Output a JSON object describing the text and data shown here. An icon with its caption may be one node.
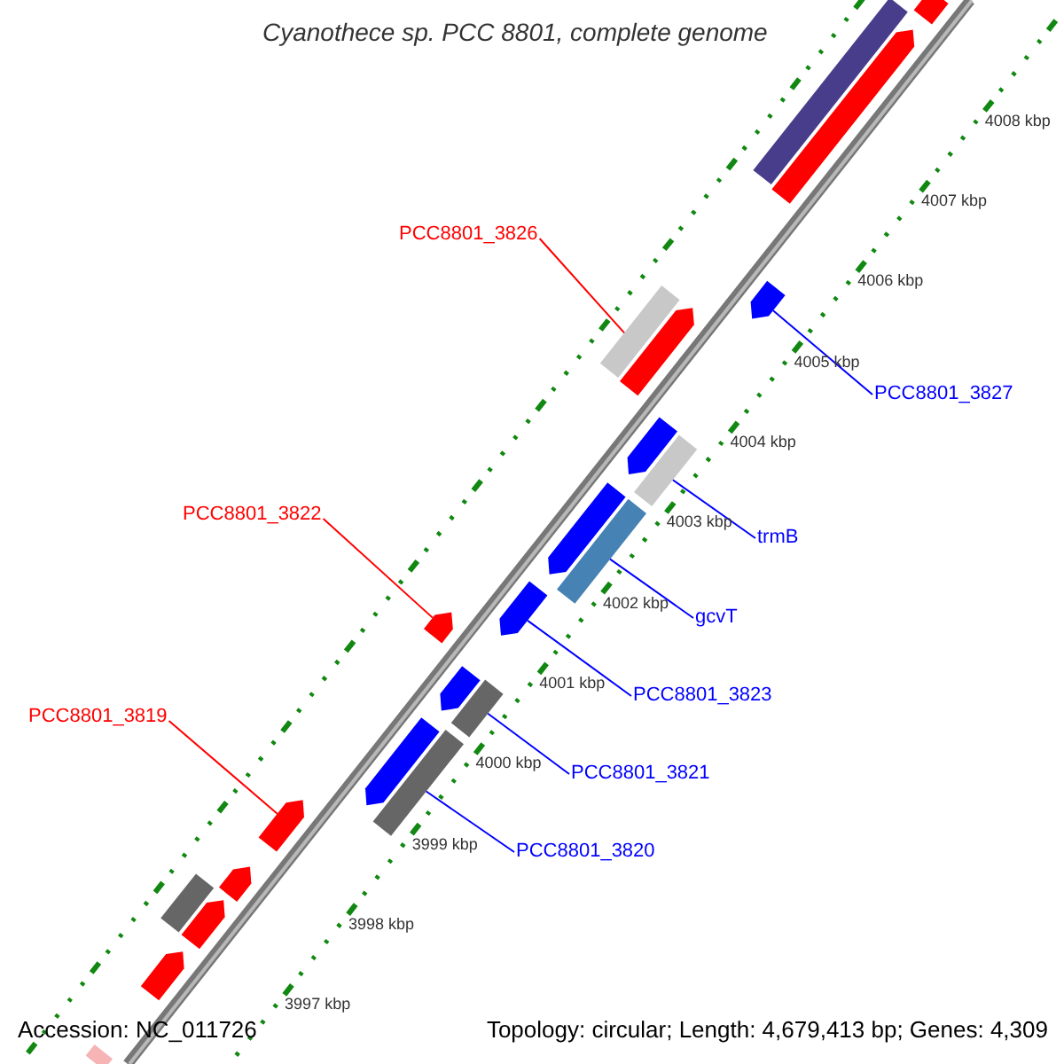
{
  "diagram": {
    "title": "Cyanothece sp. PCC 8801, complete genome",
    "nodes": [
      {
        "text": [
          "PCC8801_3826"
        ]
      },
      {
        "text": [],
        "shape": "bar"
      },
      {
        "text": [],
        "shape": "bar"
      },
      {
        "text": [
          "PCC8801_3827"
        ]
      },
      {
        "text": [],
        "shape": "bar"
      },
      {
        "text": [
          "trmB"
        ]
      },
      {
        "text": [
          "PCC8801_3822"
        ]
      },
      {
        "text": [],
        "shape": "bar"
      },
      {
        "text": [],
        "shape": "bar"
      },
      {
        "text": [
          "gcvT"
        ]
      },
      {
        "text": [],
        "shape": "bar"
      },
      {
        "text": [
          "PCC8801_3823"
        ]
      },
      {
        "text": [],
        "shape": "bar"
      },
      {
        "text": [
          "PCC8801_3821"
        ]
      },
      {
        "text": [
          "PCC8801_3819"
        ]
      },
      {
        "text": [],
        "shape": "bar"
      },
      {
        "text": [],
        "shape": "bar"
      },
      {
        "text": [
          "PCC8801_3820"
        ]
      },
      {
        "text": [],
        "shape": "bar"
      },
      {
        "text": [],
        "shape": "bar"
      },
      {
        "text": [],
        "shape": "bar"
      },
      {
        "text": [],
        "shape": "bar"
      },
      {
        "text": [],
        "shape": "bar"
      },
      {
        "text": [],
        "shape": "bar"
      },
      {
        "text": [],
        "shape": "bar"
      },
      {
        "text": [],
        "shape": "bar"
      },
      {
        "text": [],
        "shape": "bar"
      },
      {
        "text": [],
        "shape": "bar"
      },
      {
        "text": [],
        "shape": "bar"
      },
      {
        "text": [],
        "shape": "bar"
      },
      {
        "text": [],
        "shape": "bar"
      }
    ],
    "edges": [
      {
        "from": 0,
        "to": 1,
        "arrow": "none",
        "color": "#ff0000"
      },
      {
        "from": 3,
        "to": 2,
        "arrow": "none"
      },
      {
        "from": 5,
        "to": 4,
        "arrow": "none"
      },
      {
        "from": 6,
        "to": 7,
        "arrow": "none",
        "color": "#ff0000"
      },
      {
        "from": 9,
        "to": 8,
        "arrow": "none"
      },
      {
        "from": 11,
        "to": 10,
        "arrow": "none"
      },
      {
        "from": 13,
        "to": 12,
        "arrow": "none"
      },
      {
        "from": 14,
        "to": 15,
        "arrow": "none",
        "color": "#ff0000"
      },
      {
        "from": 17,
        "to": 16,
        "arrow": "none"
      }
    ],
    "labels": [
      "4008 kbp",
      "4007 kbp",
      "4006 kbp",
      "4005 kbp",
      "4004 kbp",
      "4003 kbp",
      "4002 kbp",
      "4001 kbp",
      "4000 kbp",
      "3999 kbp",
      "3998 kbp",
      "3997 kbp",
      "Accession: NC_011726",
      "Topology: circular; Length: 4,679,413 bp; Genes: 4,309"
    ]
  }
}
